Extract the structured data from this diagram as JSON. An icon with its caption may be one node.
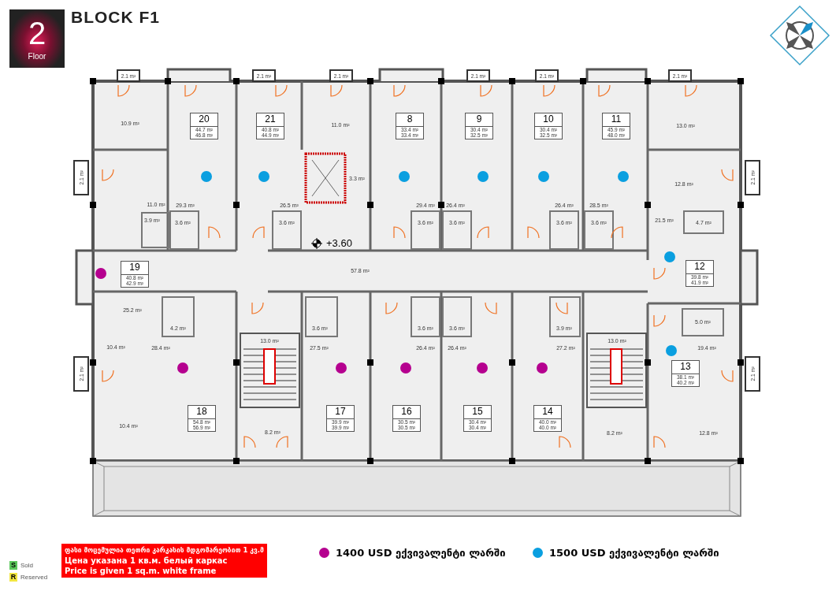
{
  "diagram": {
    "title": "BLOCK F1",
    "nodes": [
      {
        "text": [
          "2",
          "Floor"
        ]
      },
      {
        "text": [
          "2.1 m²"
        ]
      },
      {
        "text": [
          "2.1 m²"
        ]
      },
      {
        "text": [
          "2.1 m²"
        ]
      },
      {
        "text": [
          "2.1 m²"
        ]
      },
      {
        "text": [
          "2.1 m²"
        ]
      },
      {
        "text": [
          "2.1 m²"
        ]
      },
      {
        "text": [
          "2.1 m²"
        ]
      },
      {
        "text": [
          "2.1 m²"
        ]
      },
      {
        "text": [
          "20",
          "44.7 m²",
          "46.8 m²"
        ]
      },
      {
        "text": [
          "21",
          "40.8 m²",
          "44.9 m²"
        ]
      },
      {
        "text": [
          "8",
          "33.4 m²",
          "33.4 m²"
        ]
      },
      {
        "text": [
          "9",
          "30.4 m²",
          "32.5 m²"
        ]
      },
      {
        "text": [
          "10",
          "30.4 m²",
          "32.5 m²"
        ]
      },
      {
        "text": [
          "11",
          "45.9 m²",
          "48.0 m²"
        ]
      },
      {
        "text": [
          "19",
          "40.8 m²",
          "42.9 m²"
        ]
      },
      {
        "text": [
          "12",
          "39.8 m²",
          "41.9 m²"
        ]
      },
      {
        "text": [
          "2.1 m²"
        ]
      },
      {
        "text": [
          "2.1 m²"
        ]
      },
      {
        "text": [
          "13",
          "38.1 m²",
          "40.2 m²"
        ]
      },
      {
        "text": [
          "18",
          "54.8 m²",
          "56.9 m²"
        ]
      },
      {
        "text": [
          "17",
          "39.9 m²",
          "39.9 m²"
        ]
      },
      {
        "text": [
          "16",
          "30.5 m²",
          "30.5 m²"
        ]
      },
      {
        "text": [
          "15",
          "30.4 m²",
          "30.4 m²"
        ]
      },
      {
        "text": [
          "14",
          "40.0 m²",
          "40.0 m²"
        ]
      },
      {
        "text": [
          "S"
        ],
        "beside": [
          "Sold"
        ]
      },
      {
        "text": [
          "R"
        ],
        "beside": [
          "Reserved"
        ]
      },
      {
        "text": [
          "ფასი მოცემულია თეთრი კარკასის მდგომარეობით 1 კვ.მ",
          "Цена указана 1 кв.м. белый каркас",
          "Price is given 1 sq.m. white frame"
        ]
      }
    ],
    "labels": [
      "10.9 m²",
      "11.0 m²",
      "13.0 m²",
      "3.3 m²",
      "11.0 m²",
      "29.3 m²",
      "3.9 m²",
      "3.6 m²",
      "26.5 m²",
      "3.6 m²",
      "29.4 m²",
      "26.4 m²",
      "3.6 m²",
      "3.6 m²",
      "26.4 m²",
      "28.5 m²",
      "3.6 m²",
      "3.6 m²",
      "12.8 m²",
      "21.5 m²",
      "4.7 m²",
      "+3.60",
      "57.8 m²",
      "25.2 m²",
      "4.2 m²",
      "3.6 m²",
      "3.6 m²",
      "3.6 m²",
      "3.9 m²",
      "5.0 m²",
      "10.4 m²",
      "28.4 m²",
      "13.0 m²",
      "27.5 m²",
      "26.4 m²",
      "26.4 m²",
      "27.2 m²",
      "13.0 m²",
      "19.4 m²",
      "10.4 m²",
      "8.2 m²",
      "8.2 m²",
      "12.8 m²"
    ],
    "legend": [
      {
        "text": "1400 USD ექვივალენტი ლარში",
        "color": "#b5008f"
      },
      {
        "text": "1500 USD ექვივალენტი ლარში",
        "color": "#0a9fe0"
      }
    ]
  }
}
